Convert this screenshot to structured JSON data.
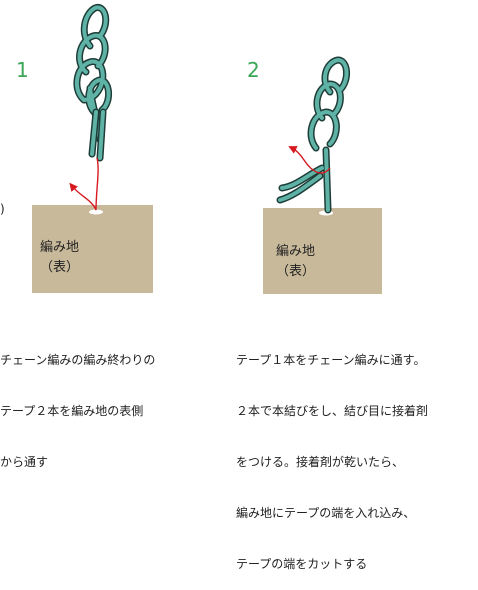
{
  "colors": {
    "tape_fill": "#5fb3a6",
    "tape_stroke": "#1e3d38",
    "fabric": "#c8b99a",
    "arrow": "#d71920",
    "step_number": "#3aa655"
  },
  "panels": [
    {
      "step": "1",
      "fabric_label_line1": "編み地",
      "fabric_label_line2": "（表）",
      "caption_lines": [
        "チェーン編みの編み終わりの",
        "テープ２本を編み地の表側",
        "から通す"
      ]
    },
    {
      "step": "2",
      "fabric_label_line1": "編み地",
      "fabric_label_line2": "（表）",
      "caption_lines": [
        "テープ１本をチェーン編みに通す。",
        "２本で本結びをし、結び目に接着剤",
        "をつける。接着剤が乾いたら、",
        "編み地にテープの端を入れ込み、",
        "テープの端をカットする"
      ]
    }
  ],
  "left_edge_fragment": ")"
}
